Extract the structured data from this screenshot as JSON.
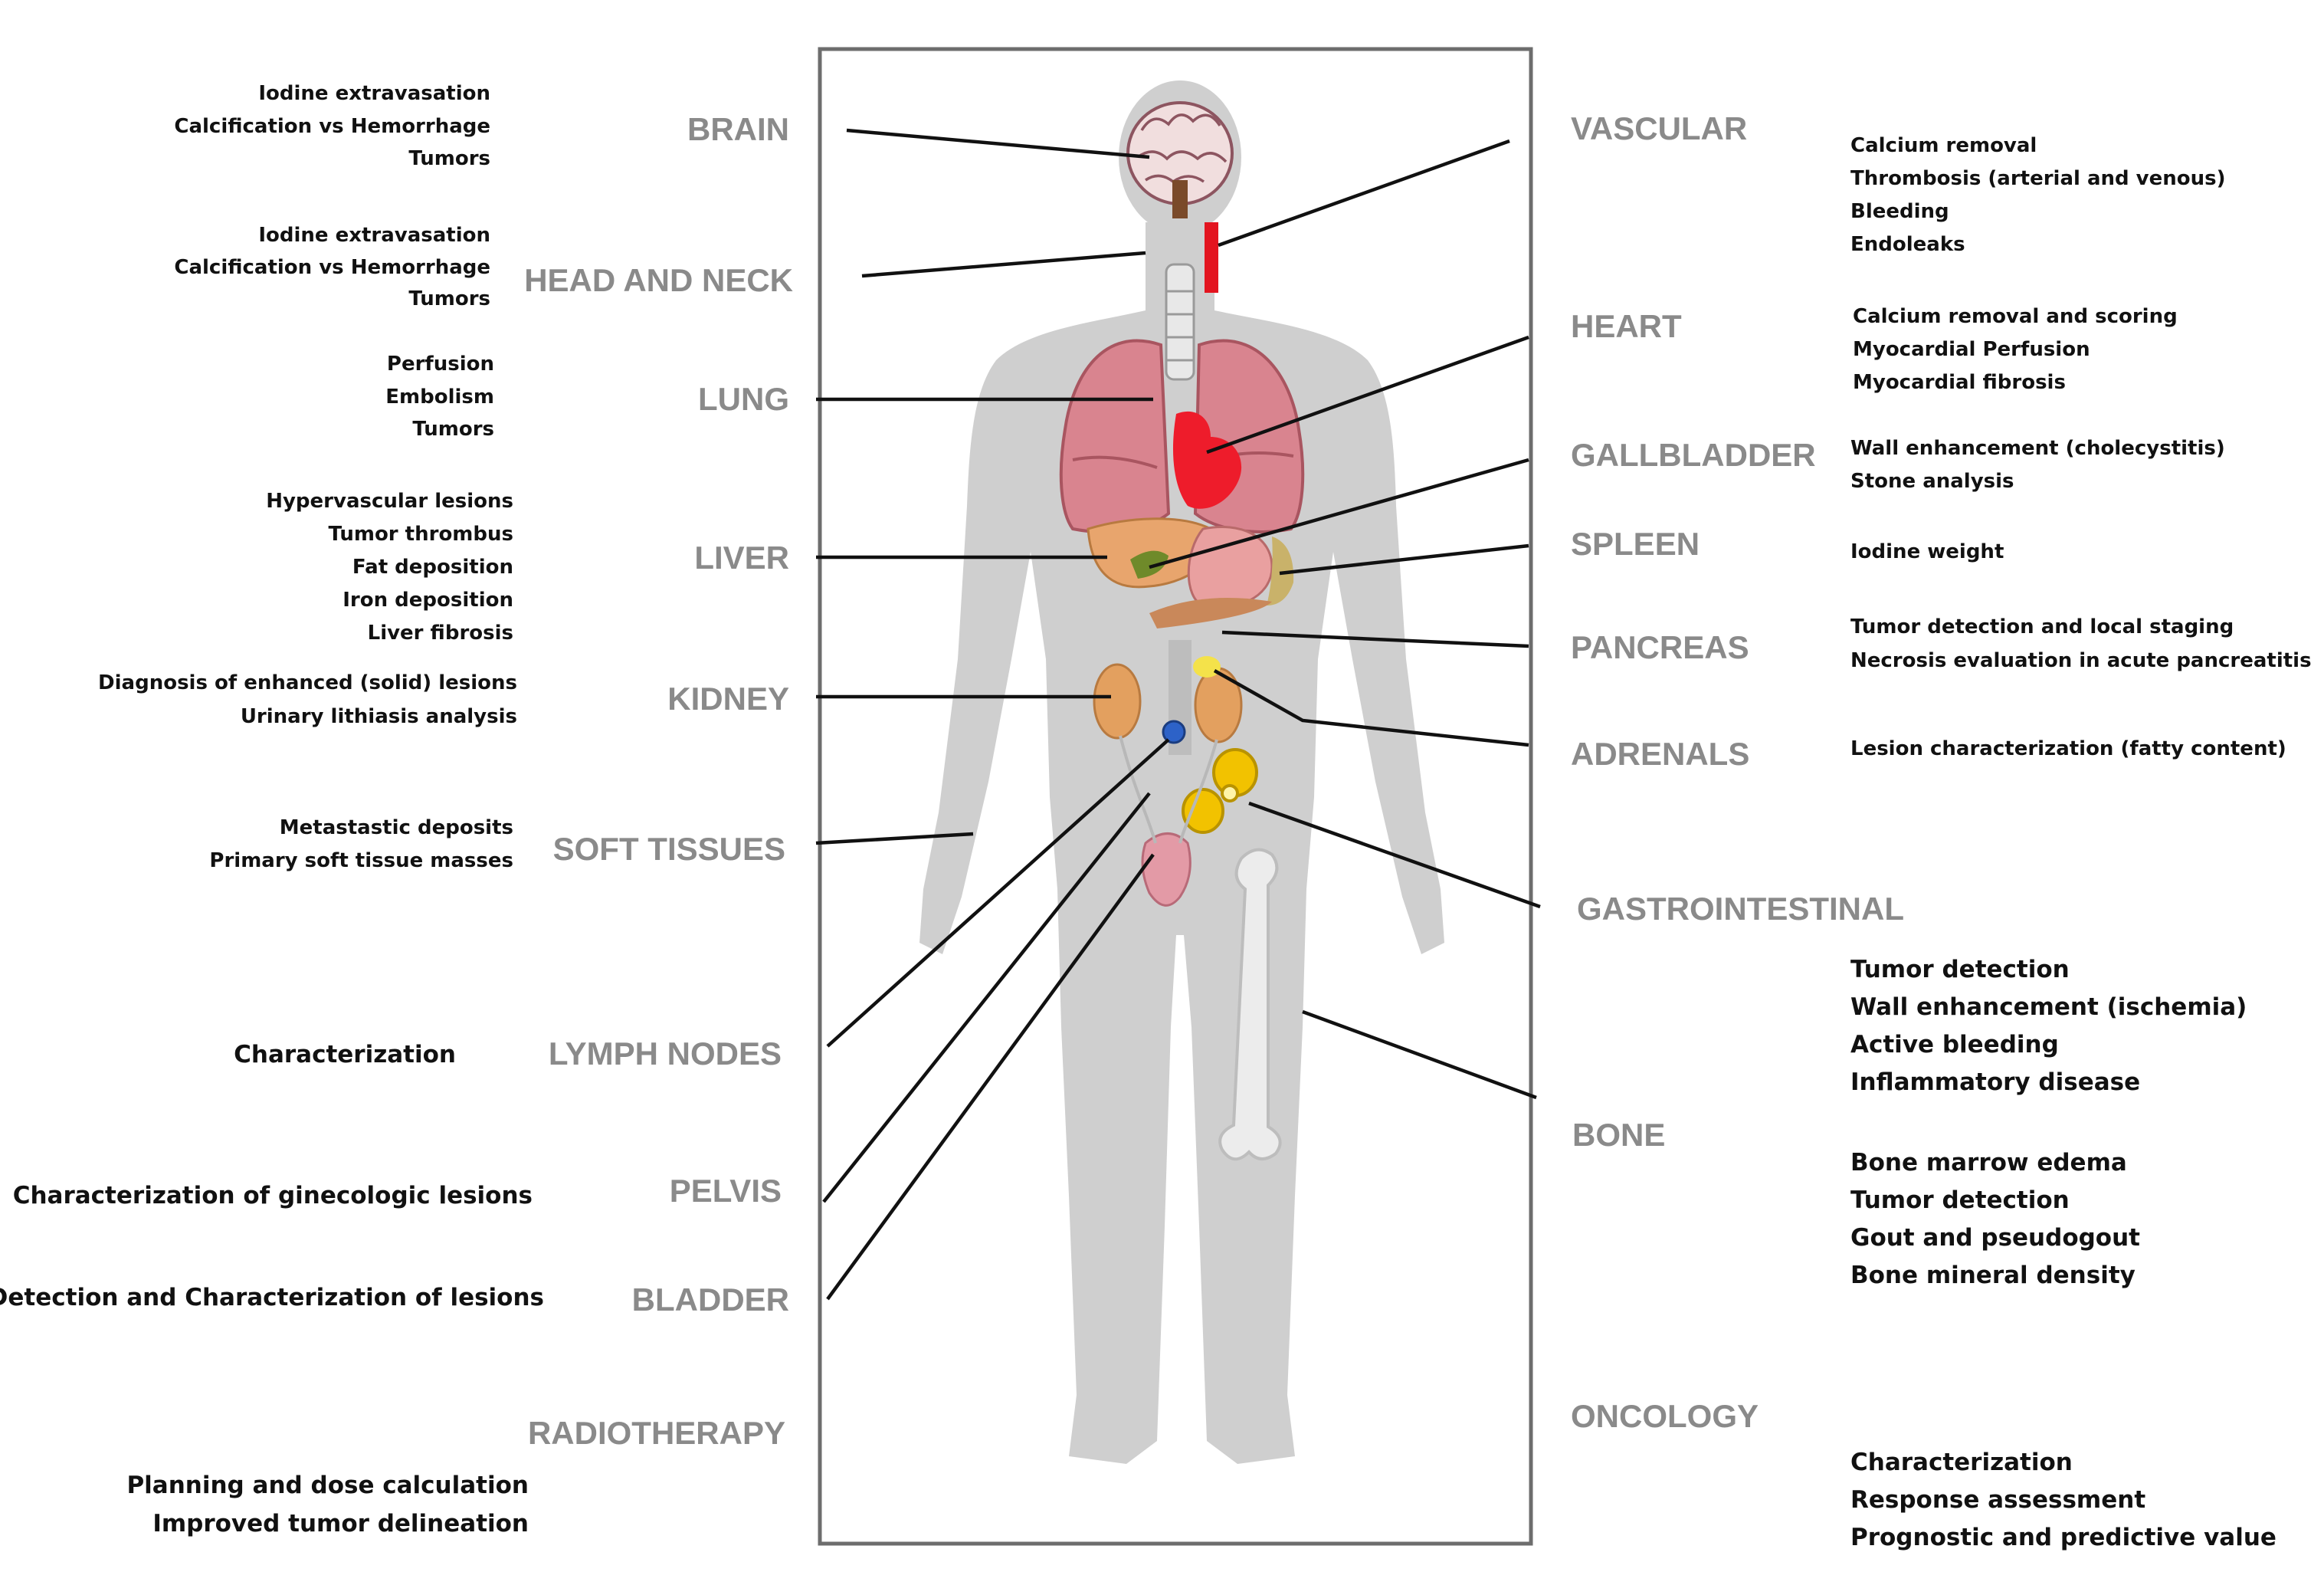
{
  "colors": {
    "silhouette": "#cfcfcf",
    "label_grey": "#8a8a8a",
    "leader_line": "#111111",
    "lung": "#d9848f",
    "heart": "#ee1c2b",
    "liver": "#e8a56d",
    "kidney": "#e3a05f",
    "spleen": "#c9b26a",
    "gallbladder": "#6f8a2a",
    "bowel": "#f2c200",
    "lymph_node": "#2d62c8",
    "bladder": "#e39aa6",
    "bone": "#ececec",
    "vessel": "#e3141f"
  },
  "left": {
    "brain": {
      "label": "BRAIN",
      "apps": [
        "Iodine extravasation",
        "Calcification vs Hemorrhage",
        "Tumors"
      ]
    },
    "head_neck": {
      "label": "HEAD AND NECK",
      "apps": [
        "Iodine extravasation",
        "Calcification vs Hemorrhage",
        "Tumors"
      ]
    },
    "lung": {
      "label": "LUNG",
      "apps": [
        "Perfusion",
        "Embolism",
        "Tumors"
      ]
    },
    "liver": {
      "label": "LIVER",
      "apps": [
        "Hypervascular lesions",
        "Tumor thrombus",
        "Fat deposition",
        "Iron deposition",
        "Liver fibrosis"
      ]
    },
    "kidney": {
      "label": "KIDNEY",
      "apps": [
        "Diagnosis of enhanced (solid) lesions",
        "Urinary lithiasis analysis"
      ]
    },
    "soft_tissues": {
      "label": "SOFT TISSUES",
      "apps": [
        "Metastastic deposits",
        "Primary soft tissue masses"
      ]
    },
    "lymph_nodes": {
      "label": "LYMPH NODES",
      "apps": [
        "Characterization"
      ]
    },
    "pelvis": {
      "label": "PELVIS",
      "apps": [
        "Characterization of ginecologic lesions"
      ]
    },
    "bladder": {
      "label": "BLADDER",
      "apps": [
        "Detection and Characterization of lesions"
      ]
    },
    "radiotherapy": {
      "label": "RADIOTHERAPY",
      "apps": [
        "Planning and dose calculation",
        "Improved tumor delineation"
      ]
    }
  },
  "right": {
    "vascular": {
      "label": "VASCULAR",
      "apps": [
        "Calcium removal",
        "Thrombosis (arterial and venous)",
        "Bleeding",
        "Endoleaks"
      ]
    },
    "heart": {
      "label": "HEART",
      "apps": [
        "Calcium removal and scoring",
        "Myocardial Perfusion",
        "Myocardial fibrosis"
      ]
    },
    "gallbladder": {
      "label": "GALLBLADDER",
      "apps": [
        "Wall enhancement (cholecystitis)",
        "Stone analysis"
      ]
    },
    "spleen": {
      "label": "SPLEEN",
      "apps": [
        "Iodine weight"
      ]
    },
    "pancreas": {
      "label": "PANCREAS",
      "apps": [
        "Tumor detection and local staging",
        "Necrosis evaluation in acute pancreatitis"
      ]
    },
    "adrenals": {
      "label": "ADRENALS",
      "apps": [
        "Lesion characterization (fatty content)"
      ]
    },
    "gastrointestinal": {
      "label": "GASTROINTESTINAL",
      "apps": [
        "Tumor detection",
        "Wall enhancement (ischemia)",
        "Active bleeding",
        "Inflammatory disease"
      ]
    },
    "bone": {
      "label": "BONE",
      "apps": [
        "Bone marrow edema",
        "Tumor detection",
        "Gout and pseudogout",
        "Bone mineral density"
      ]
    },
    "oncology": {
      "label": "ONCOLOGY",
      "apps": [
        "Characterization",
        "Response assessment",
        "Prognostic and predictive value"
      ]
    }
  }
}
